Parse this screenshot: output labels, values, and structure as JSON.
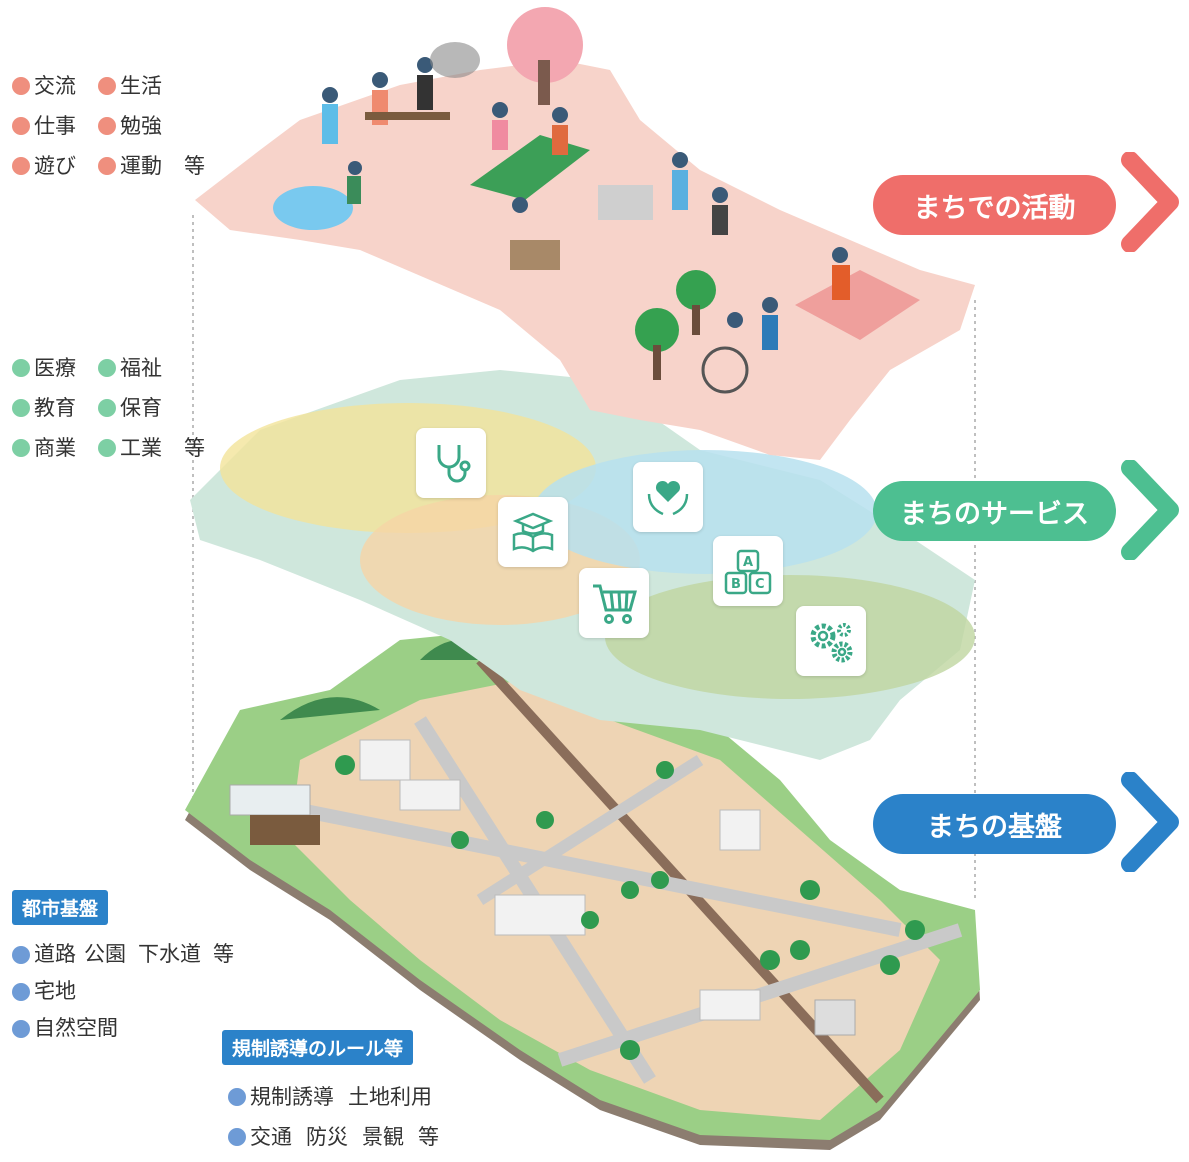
{
  "layers": {
    "activities": {
      "label": "まちでの活動",
      "color": "#ef6e6a",
      "items": [
        [
          "交流",
          "生活"
        ],
        [
          "仕事",
          "勉強"
        ],
        [
          "遊び",
          "運動"
        ]
      ],
      "etc": "等"
    },
    "services": {
      "label": "まちのサービス",
      "color": "#4dbf91",
      "items": [
        [
          "医療",
          "福祉"
        ],
        [
          "教育",
          "保育"
        ],
        [
          "商業",
          "工業"
        ]
      ],
      "etc": "等"
    },
    "infrastructure": {
      "label": "まちの基盤",
      "color": "#2b82c9",
      "urban": {
        "heading": "都市基盤",
        "items": [
          "道路",
          "公園",
          "下水道"
        ],
        "etc": "等",
        "extra": [
          "宅地",
          "自然空間"
        ]
      },
      "rules": {
        "heading": "規制誘導のルール等",
        "line1": [
          "規制誘導",
          "土地利用"
        ],
        "line2": [
          "交通",
          "防災",
          "景観"
        ],
        "etc": "等"
      }
    }
  },
  "service_icons": [
    "stethoscope-icon",
    "graduation-book-icon",
    "heart-hands-icon",
    "abc-blocks-icon",
    "shopping-cart-icon",
    "gears-icon"
  ],
  "colors": {
    "activity_dot": "#ef8f7e",
    "service_dot": "#7dcfa4",
    "infra_dot": "#6e9bd6",
    "tag_bg": "#2b82c9",
    "icon_green": "#3aa887"
  }
}
